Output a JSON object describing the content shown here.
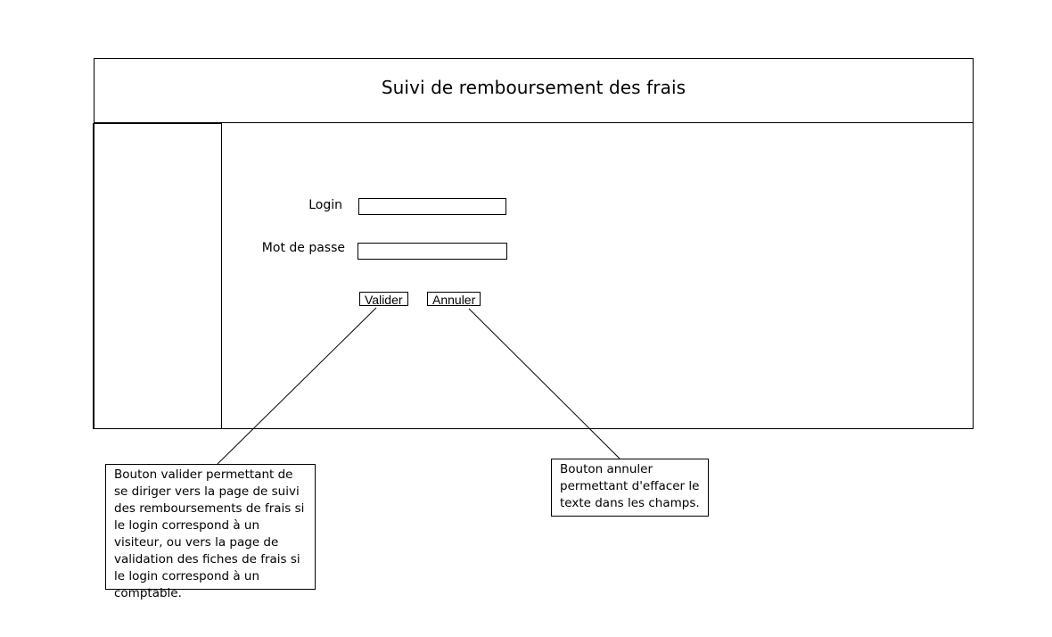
{
  "header": {
    "title": "Suivi de remboursement des frais"
  },
  "form": {
    "login_label": "Login",
    "login_value": "",
    "password_label": "Mot de passe",
    "password_value": ""
  },
  "buttons": {
    "validate_label": "Valider",
    "cancel_label": "Annuler"
  },
  "annotations": {
    "validate_note": "Bouton valider permettant de se diriger vers la page de suivi des remboursements de frais si le login correspond à un visiteur, ou vers la page de validation des fiches de frais si le login correspond à un comptable.",
    "cancel_note": "Bouton annuler permettant d'effacer le texte dans les champs."
  }
}
